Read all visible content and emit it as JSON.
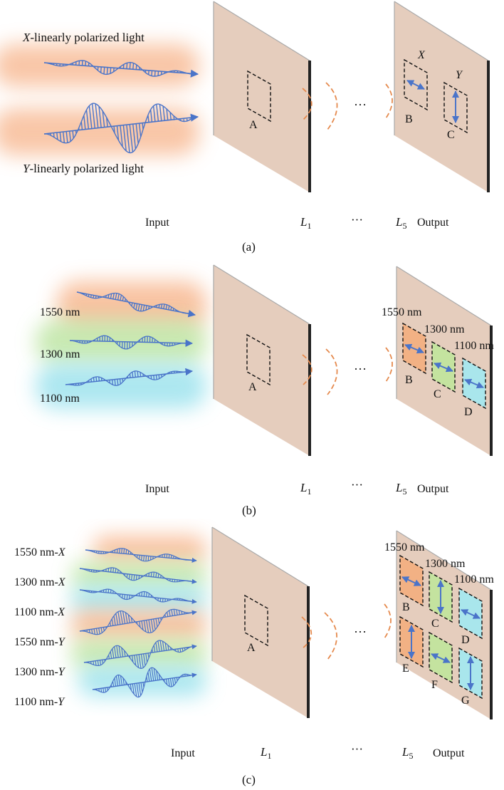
{
  "colors": {
    "plate": "#e5cdbd",
    "plate_edge": "#a9a9a9",
    "plate_back": "#222222",
    "wave": "#4a74c9",
    "arc": "#e58a4e",
    "glow_orange": "#f7b48a",
    "glow_green": "#bfe6a6",
    "glow_cyan": "#9fe3ee",
    "region_orange": "#f2b184",
    "region_green": "#c4e39f",
    "region_cyan": "#a9e6ec"
  },
  "panel_a": {
    "input_x": {
      "var": "X",
      "text": "-linearly polarized light"
    },
    "input_y": {
      "var": "Y",
      "text": "-linearly polarized light"
    },
    "region_a": "A",
    "region_b": "B",
    "region_c": "C",
    "pol_x": "X",
    "pol_y": "Y",
    "ellipsis": "···",
    "caption_input": "Input",
    "caption_l1": {
      "base": "L",
      "sub": "1"
    },
    "caption_ellipsis": "···",
    "caption_l5": {
      "base": "L",
      "sub": "5"
    },
    "caption_output": "Output",
    "label": "(a)"
  },
  "panel_b": {
    "wavelengths": [
      "1550 nm",
      "1300 nm",
      "1100 nm"
    ],
    "region_a": "A",
    "regions_out": [
      "B",
      "C",
      "D"
    ],
    "out_wavelengths": [
      "1550 nm",
      "1300 nm",
      "1100 nm"
    ],
    "ellipsis": "···",
    "caption_input": "Input",
    "caption_l1": {
      "base": "L",
      "sub": "1"
    },
    "caption_ellipsis": "···",
    "caption_l5": {
      "base": "L",
      "sub": "5"
    },
    "caption_output": "Output",
    "label": "(b)"
  },
  "panel_c": {
    "inputs": [
      {
        "nm": "1550 nm-",
        "pol": "X"
      },
      {
        "nm": "1300 nm-",
        "pol": "X"
      },
      {
        "nm": "1100 nm-",
        "pol": "X"
      },
      {
        "nm": "1550 nm-",
        "pol": "Y"
      },
      {
        "nm": "1300 nm-",
        "pol": "Y"
      },
      {
        "nm": "1100 nm-",
        "pol": "Y"
      }
    ],
    "region_a": "A",
    "regions_top": [
      "B",
      "C",
      "D"
    ],
    "regions_bottom": [
      "E",
      "F",
      "G"
    ],
    "out_wavelengths": [
      "1550 nm",
      "1300 nm",
      "1100 nm"
    ],
    "ellipsis": "···",
    "caption_input": "Input",
    "caption_l1": {
      "base": "L",
      "sub": "1"
    },
    "caption_ellipsis": "···",
    "caption_l5": {
      "base": "L",
      "sub": "5"
    },
    "caption_output": "Output",
    "label": "(c)"
  }
}
